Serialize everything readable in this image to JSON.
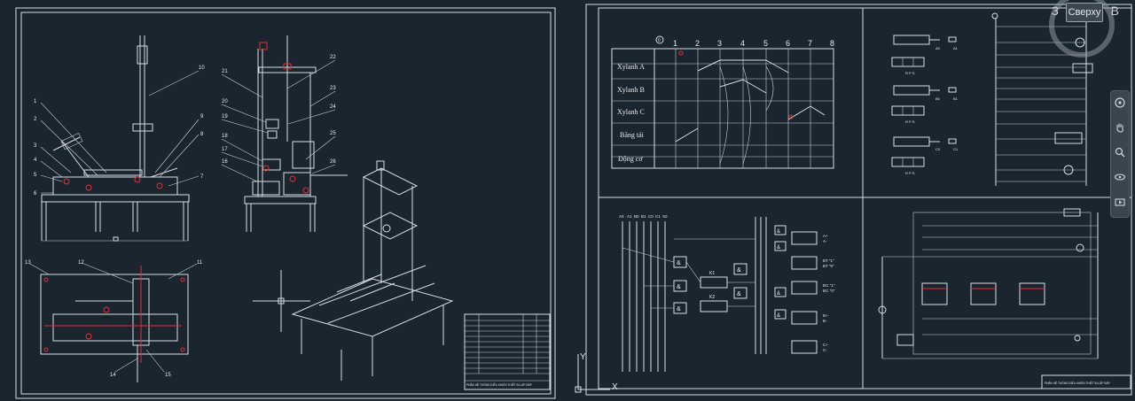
{
  "viewcube": {
    "face_label": "Сверху",
    "compass_left": "З",
    "compass_right": "В"
  },
  "left_sheet": {
    "part_numbers": [
      "1",
      "2",
      "3",
      "4",
      "5",
      "6",
      "7",
      "8",
      "9",
      "10",
      "11",
      "12",
      "13",
      "14",
      "15",
      "16",
      "17",
      "18",
      "19",
      "20",
      "21",
      "22",
      "23",
      "24",
      "25",
      "26"
    ],
    "title_block_text": "PHẦN HỆ THỐNG ĐIỀU KHIỂN THIẾT BỊ LẮP RÁP"
  },
  "timing_diagram": {
    "step_labels": [
      "0",
      "1",
      "2",
      "3",
      "4",
      "5",
      "6",
      "7",
      "8"
    ],
    "rows": [
      "Xylanh A",
      "Xylanh B",
      "Xylanh C",
      "Băng tải",
      "Động cơ"
    ]
  },
  "logic_diagram": {
    "input_labels": [
      "A0",
      "A1",
      "B0",
      "B1",
      "C0",
      "C1",
      "S0"
    ],
    "gate_label": "&",
    "memory_labels": [
      "K1",
      "K2"
    ],
    "output_labels": [
      "A+",
      "A-",
      "BT \"1\"",
      "BT \"0\"",
      "ĐC \"1\"",
      "ĐC \"0\"",
      "B+",
      "B-",
      "C+",
      "C-"
    ]
  },
  "pneumatic": {
    "sensor_labels": [
      "A0",
      "A1",
      "B0",
      "B1",
      "C0",
      "C1"
    ],
    "valve_ports": [
      "R P S",
      "R P S",
      "R P S"
    ]
  },
  "right_sheet": {
    "title_block_text": "PHẦN HỆ THỐNG ĐIỀU KHIỂN THIẾT BỊ LẮP RÁP"
  },
  "ucs": {
    "x_label": "X",
    "y_label": "Y"
  },
  "colors": {
    "background": "#1a2530",
    "linework": "#d8dde2",
    "accent_red": "#e03030",
    "cyan_grip": "#37c7d8"
  }
}
